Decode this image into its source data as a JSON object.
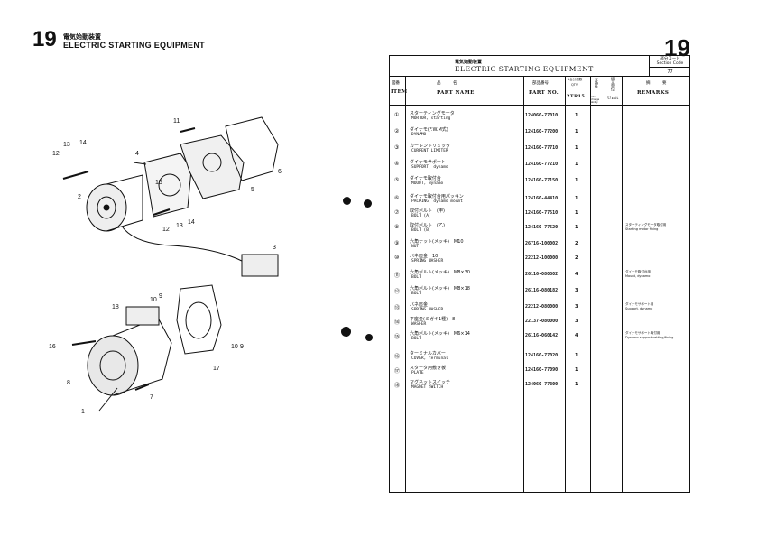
{
  "header": {
    "number": "19",
    "title_jp": "電気始動装置",
    "title_en": "ELECTRIC STARTING EQUIPMENT",
    "big_number": "19"
  },
  "table": {
    "title_jp": "電気始動装置",
    "title_en": "ELECTRIC STARTING EQUIPMENT",
    "section_label_jp": "部分コード",
    "section_label_en": "Section Code",
    "section_code": "77",
    "col_item_jp": "図番",
    "col_item_en": "ITEM",
    "col_name_jp": "品　　　名",
    "col_name_en": "PART  NAME",
    "col_pn_jp": "部品番号",
    "col_pn_en": "PART NO.",
    "col_qty_jp": "1台分個数",
    "col_qty_en": "QTY",
    "col_model": "2TR15",
    "col_interch_jp": "互換性",
    "col_interch_en": "inter change ability",
    "col_unit_jp": "組立単位",
    "col_unit_en": "Unit",
    "col_remarks_jp": "摘　　　要",
    "col_remarks_en": "REMARKS",
    "rows": [
      {
        "item": "①",
        "jp": "スターティングモータ",
        "en": "MORTOR, starting",
        "pn": "124060-77010",
        "qty": "1",
        "rem_jp": "",
        "rem_en": ""
      },
      {
        "item": "②",
        "jp": "ダイナモ(F.W.M式)",
        "en": "DYNAMO",
        "pn": "124160-77200",
        "qty": "1",
        "rem_jp": "",
        "rem_en": ""
      },
      {
        "item": "③",
        "jp": "カーレントリミッタ",
        "en": "CURRENT LIMITER",
        "pn": "124160-77710",
        "qty": "1",
        "rem_jp": "",
        "rem_en": ""
      },
      {
        "item": "④",
        "jp": "ダイナモサポート",
        "en": "SUPPORT, dynamo",
        "pn": "124160-77210",
        "qty": "1",
        "rem_jp": "",
        "rem_en": ""
      },
      {
        "item": "⑤",
        "jp": "ダイナモ取付台",
        "en": "MOUNT, dynamo",
        "pn": "124160-77150",
        "qty": "1",
        "rem_jp": "",
        "rem_en": ""
      },
      {
        "item": "⑥",
        "jp": "ダイナモ取付台用パッキン",
        "en": "PACKING, dynamo mount",
        "pn": "124160-44410",
        "qty": "1",
        "rem_jp": "",
        "rem_en": ""
      },
      {
        "item": "⑦",
        "jp": "取付ボルト　(甲)",
        "en": "BOLT (A)",
        "pn": "124160-77510",
        "qty": "1",
        "rem_jp": "",
        "rem_en": ""
      },
      {
        "item": "⑧",
        "jp": "取付ボルト　(乙)",
        "en": "BOLT (B)",
        "pn": "124160-77520",
        "qty": "1",
        "rem_jp": "スターティングモータ取付用",
        "rem_en": "Starting motor fixing"
      },
      {
        "item": "⑨",
        "jp": "六角ナット(メッキ)　M10",
        "en": "NUT",
        "pn": "26716-100002",
        "qty": "2",
        "rem_jp": "",
        "rem_en": ""
      },
      {
        "item": "⑩",
        "jp": "バネ座金　10",
        "en": "SPRING WASHER",
        "pn": "22212-100000",
        "qty": "2",
        "rem_jp": "",
        "rem_en": ""
      },
      {
        "item": "⑪",
        "jp": "六角ボルト(メッキ)　M8×30",
        "en": "BOLT",
        "pn": "26116-080302",
        "qty": "4",
        "rem_jp": "ダイナモ取付台用",
        "rem_en": "Mount, dynamo"
      },
      {
        "item": "⑫",
        "jp": "六角ボルト(メッキ)　M8×18",
        "en": "BOLT",
        "pn": "26116-080182",
        "qty": "3",
        "rem_jp": "",
        "rem_en": ""
      },
      {
        "item": "⑬",
        "jp": "バネ座金",
        "en": "SPRING WASHER",
        "pn": "22212-080000",
        "qty": "3",
        "rem_jp": "ダイナモサポート用",
        "rem_en": "Support, dynamo"
      },
      {
        "item": "⑭",
        "jp": "平座金(ミガキ1種)　8",
        "en": "WASHER",
        "pn": "22137-080000",
        "qty": "3",
        "rem_jp": "",
        "rem_en": ""
      },
      {
        "item": "⑮",
        "jp": "六角ボルト(メッキ)　M6×14",
        "en": "BOLT",
        "pn": "26116-060142",
        "qty": "4",
        "rem_jp": "ダイナモサポート取付用",
        "rem_en": "Dynamo support setting/fixing"
      },
      {
        "item": "⑯",
        "jp": "ターミナルカバー",
        "en": "COVER, terminal",
        "pn": "124160-77020",
        "qty": "1",
        "rem_jp": "",
        "rem_en": ""
      },
      {
        "item": "⑰",
        "jp": "スタータ用敷き板",
        "en": "PLATE",
        "pn": "124160-77090",
        "qty": "1",
        "rem_jp": "",
        "rem_en": ""
      },
      {
        "item": "⑱",
        "jp": "マグネットスイッチ",
        "en": "MAGNET SWITCH",
        "pn": "124060-77300",
        "qty": "1",
        "rem_jp": "",
        "rem_en": ""
      }
    ]
  },
  "diagram_labels": [
    "11",
    "12",
    "13",
    "14",
    "4",
    "5",
    "6",
    "15",
    "2",
    "12",
    "13",
    "14",
    "3",
    "18",
    "10",
    "9",
    "16",
    "8",
    "1",
    "7",
    "17",
    "10",
    "9"
  ]
}
